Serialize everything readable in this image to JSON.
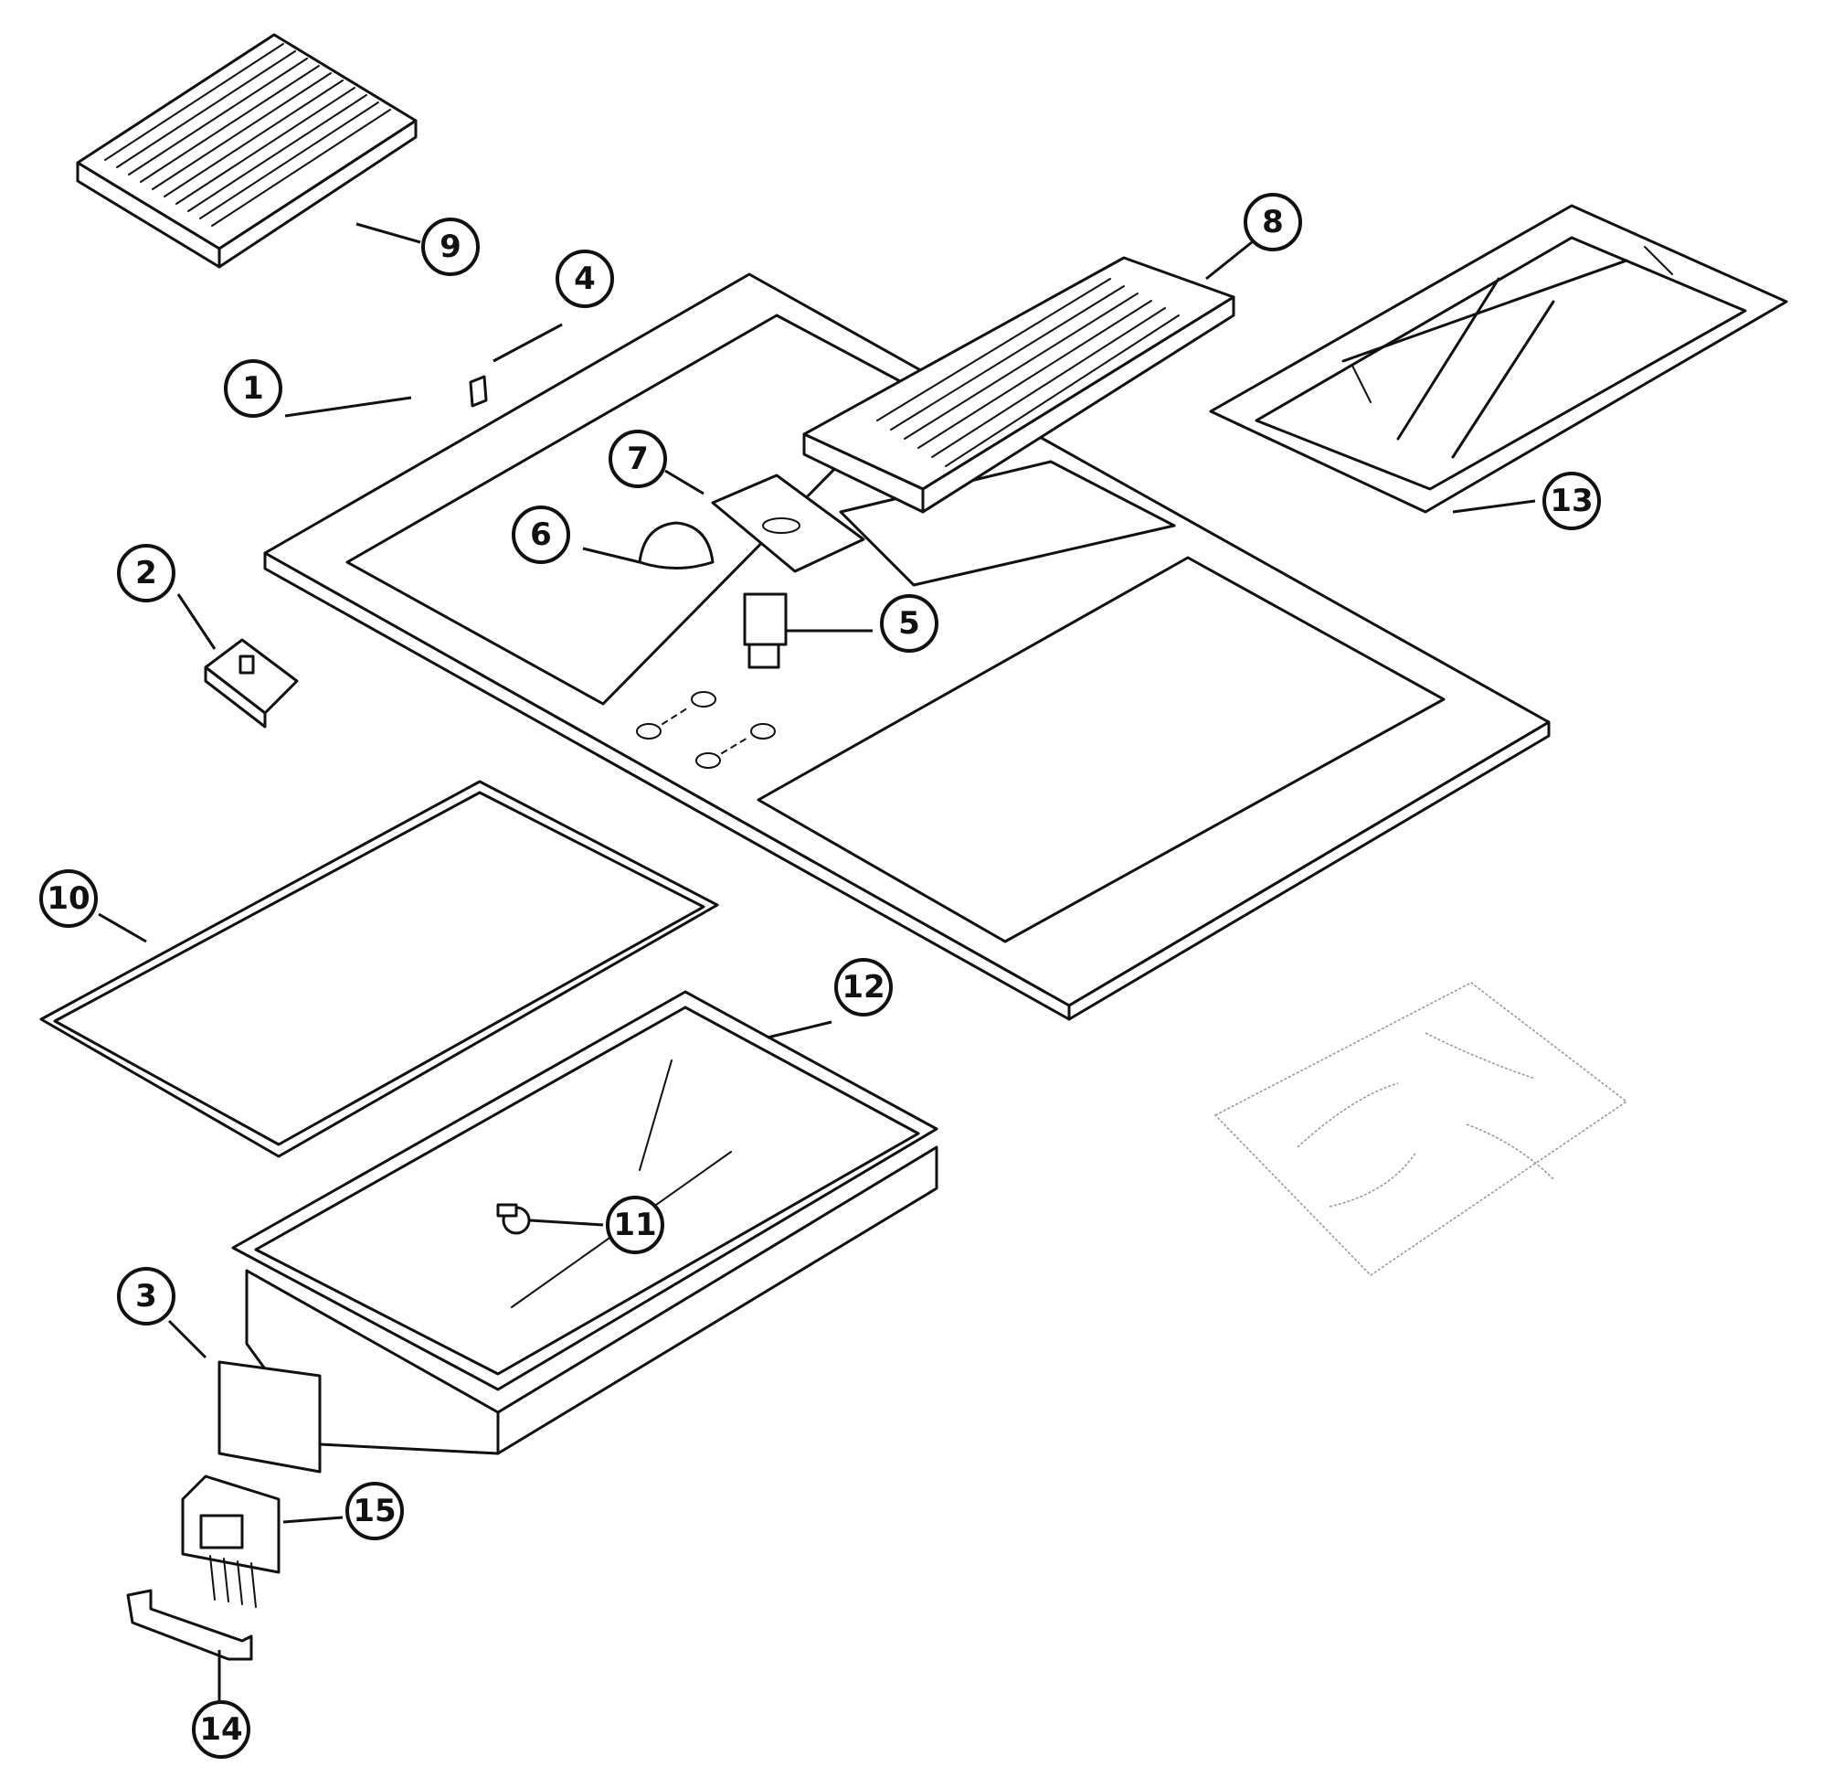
{
  "callouts": [
    {
      "id": "1",
      "label": "1"
    },
    {
      "id": "2",
      "label": "2"
    },
    {
      "id": "3",
      "label": "3"
    },
    {
      "id": "4",
      "label": "4"
    },
    {
      "id": "5",
      "label": "5"
    },
    {
      "id": "6",
      "label": "6"
    },
    {
      "id": "7",
      "label": "7"
    },
    {
      "id": "8",
      "label": "8"
    },
    {
      "id": "9",
      "label": "9"
    },
    {
      "id": "10",
      "label": "10"
    },
    {
      "id": "11",
      "label": "11"
    },
    {
      "id": "12",
      "label": "12"
    },
    {
      "id": "13",
      "label": "13"
    },
    {
      "id": "14",
      "label": "14"
    },
    {
      "id": "15",
      "label": "15"
    }
  ],
  "colors": {
    "line": "#111111",
    "ghost": "#9a9a9a",
    "background": "#ffffff"
  }
}
